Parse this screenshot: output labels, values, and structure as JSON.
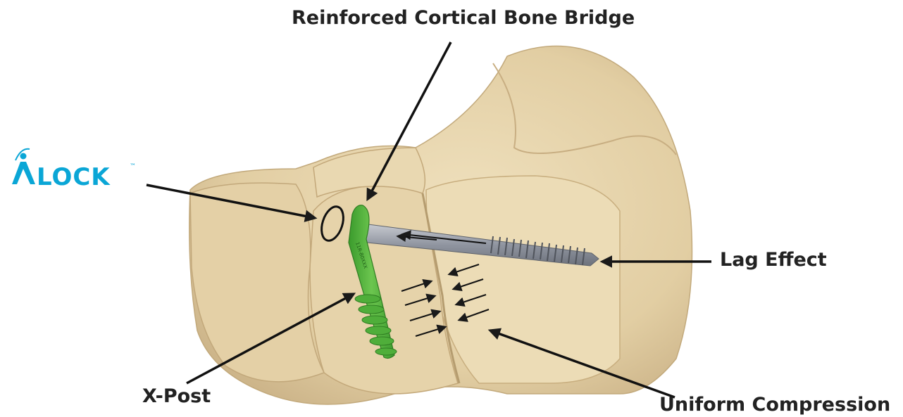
{
  "labels": {
    "bridge": "Reinforced Cortical Bone Bridge",
    "lag": "Lag Effect",
    "xpost": "X-Post",
    "uniform": "Uniform Compression"
  },
  "logo": {
    "text": "LOCK",
    "trademark": "™",
    "color": "#0aa6d6"
  },
  "screw_marking": "11R-80XXX",
  "colors": {
    "bone": "#e8d6ad",
    "bone_shadow": "#c9b184",
    "xpost": "#4cae3a",
    "screw": "#9fa3ab",
    "arrow": "#1a1a1a"
  }
}
